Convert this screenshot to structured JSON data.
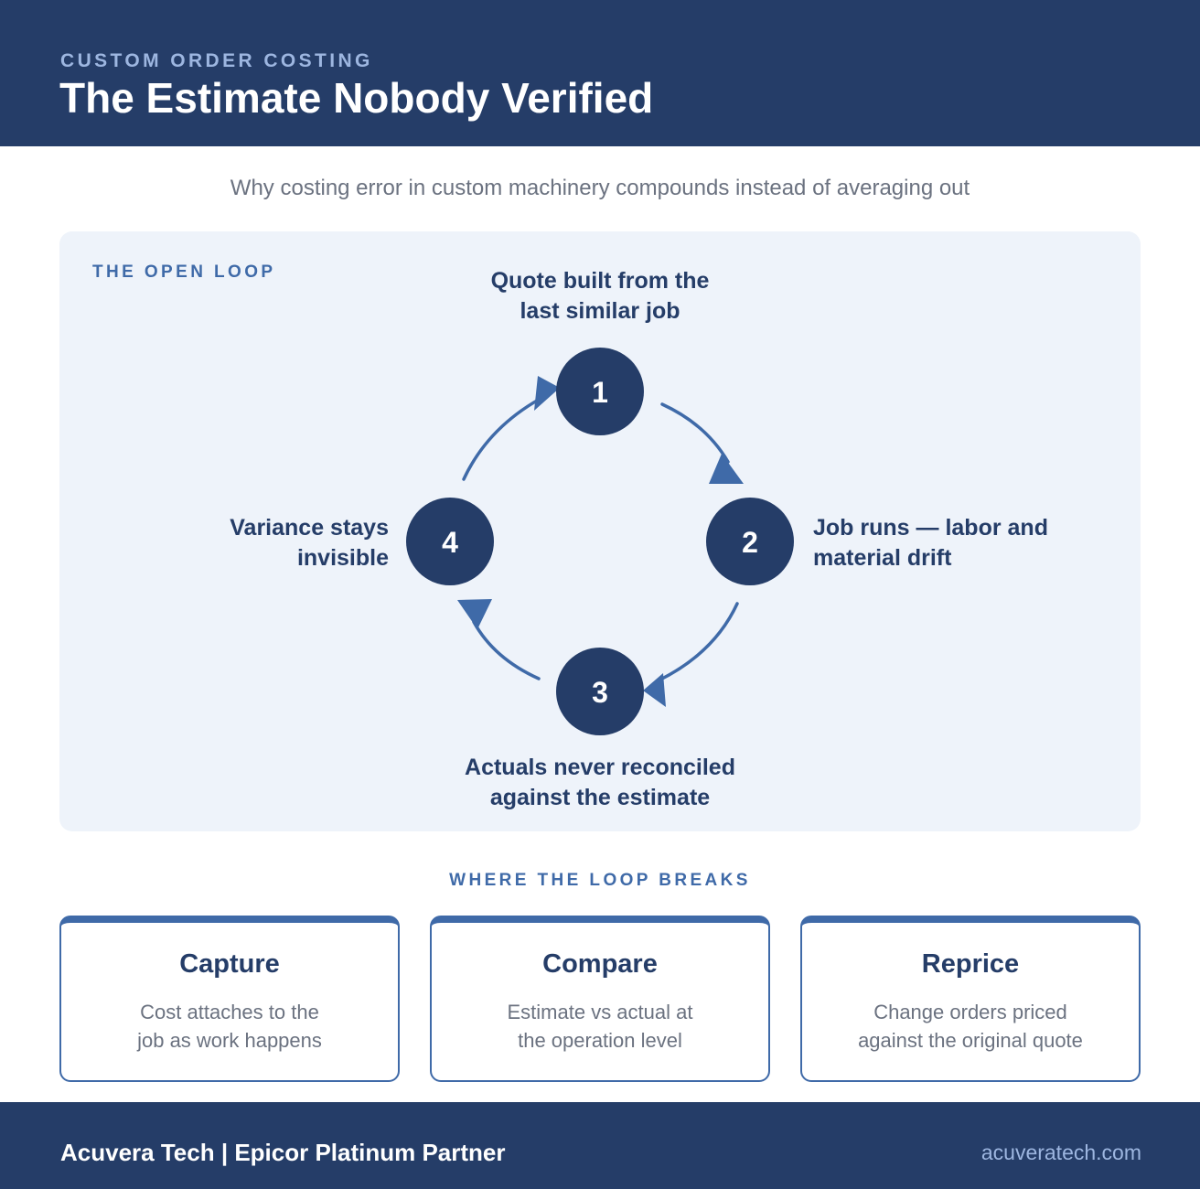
{
  "header": {
    "eyebrow": "CUSTOM ORDER COSTING",
    "title": "The Estimate Nobody Verified"
  },
  "subtitle": "Why costing error in custom machinery compounds instead of averaging out",
  "loop": {
    "label": "THE OPEN LOOP",
    "steps": [
      {
        "number": "1",
        "label": "Quote built from the\nlast similar job"
      },
      {
        "number": "2",
        "label": "Job runs — labor and\nmaterial drift"
      },
      {
        "number": "3",
        "label": "Actuals never reconciled\nagainst the estimate"
      },
      {
        "number": "4",
        "label": "Variance stays\ninvisible"
      }
    ]
  },
  "breaks": {
    "label": "WHERE THE LOOP BREAKS",
    "cards": [
      {
        "title": "Capture",
        "body": "Cost attaches to the\njob as work happens"
      },
      {
        "title": "Compare",
        "body": "Estimate vs actual at\nthe operation level"
      },
      {
        "title": "Reprice",
        "body": "Change orders priced\nagainst the original quote"
      }
    ]
  },
  "footer": {
    "brand": "Acuvera Tech | Epicor Platinum Partner",
    "url": "acuveratech.com"
  },
  "colors": {
    "navy": "#253d68",
    "accent": "#3f6aa8",
    "panel": "#eef3fa",
    "muted": "#6b7280",
    "light": "#9db6e0"
  }
}
